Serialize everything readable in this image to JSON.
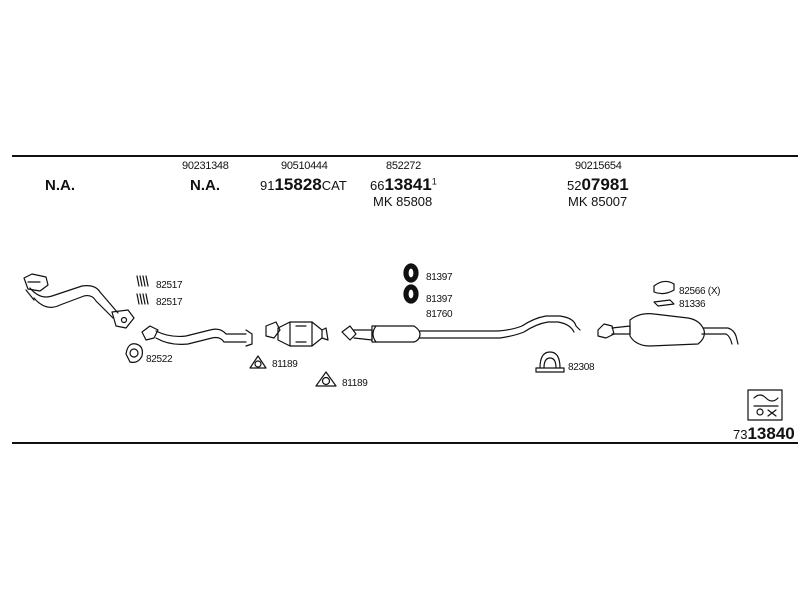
{
  "header": {
    "col1": {
      "label": "N.A."
    },
    "col2": {
      "ref": "90231348",
      "label": "N.A."
    },
    "col3": {
      "ref": "90510444",
      "prefix": "91",
      "number": "15828",
      "suffix": "CAT"
    },
    "col4": {
      "ref": "852272",
      "prefix": "66",
      "number": "13841",
      "mark": "1",
      "mk": "MK 85808"
    },
    "col5": {
      "ref": "90215654",
      "prefix": "52",
      "number": "07981",
      "mk": "MK 85007"
    }
  },
  "labels": {
    "l82517a": "82517",
    "l82517b": "82517",
    "l82522": "82522",
    "l81189a": "81189",
    "l81189b": "81189",
    "l81397a": "81397",
    "l81397b": "81397",
    "l81760": "81760",
    "l82308": "82308",
    "l82566": "82566 (X)",
    "l81336": "81336"
  },
  "footer": {
    "prefix": "73",
    "number": "13840"
  }
}
